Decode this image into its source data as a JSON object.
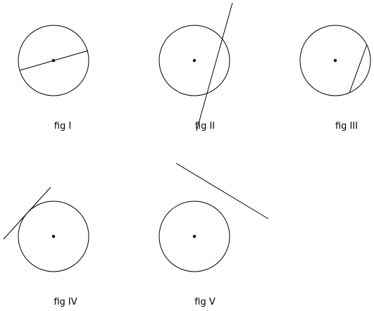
{
  "figures": [
    {
      "id": "I",
      "caption": "fig I",
      "line": "chord through the centre (diameter)"
    },
    {
      "id": "II",
      "caption": "fig II",
      "line": "secant"
    },
    {
      "id": "III",
      "caption": "fig III",
      "line": "chord"
    },
    {
      "id": "IV",
      "caption": "fig IV",
      "line": "tangent"
    },
    {
      "id": "V",
      "caption": "fig V",
      "line": "line not meeting the circle"
    }
  ],
  "colors": {
    "stroke": "#000000",
    "background": "#ffffff"
  }
}
